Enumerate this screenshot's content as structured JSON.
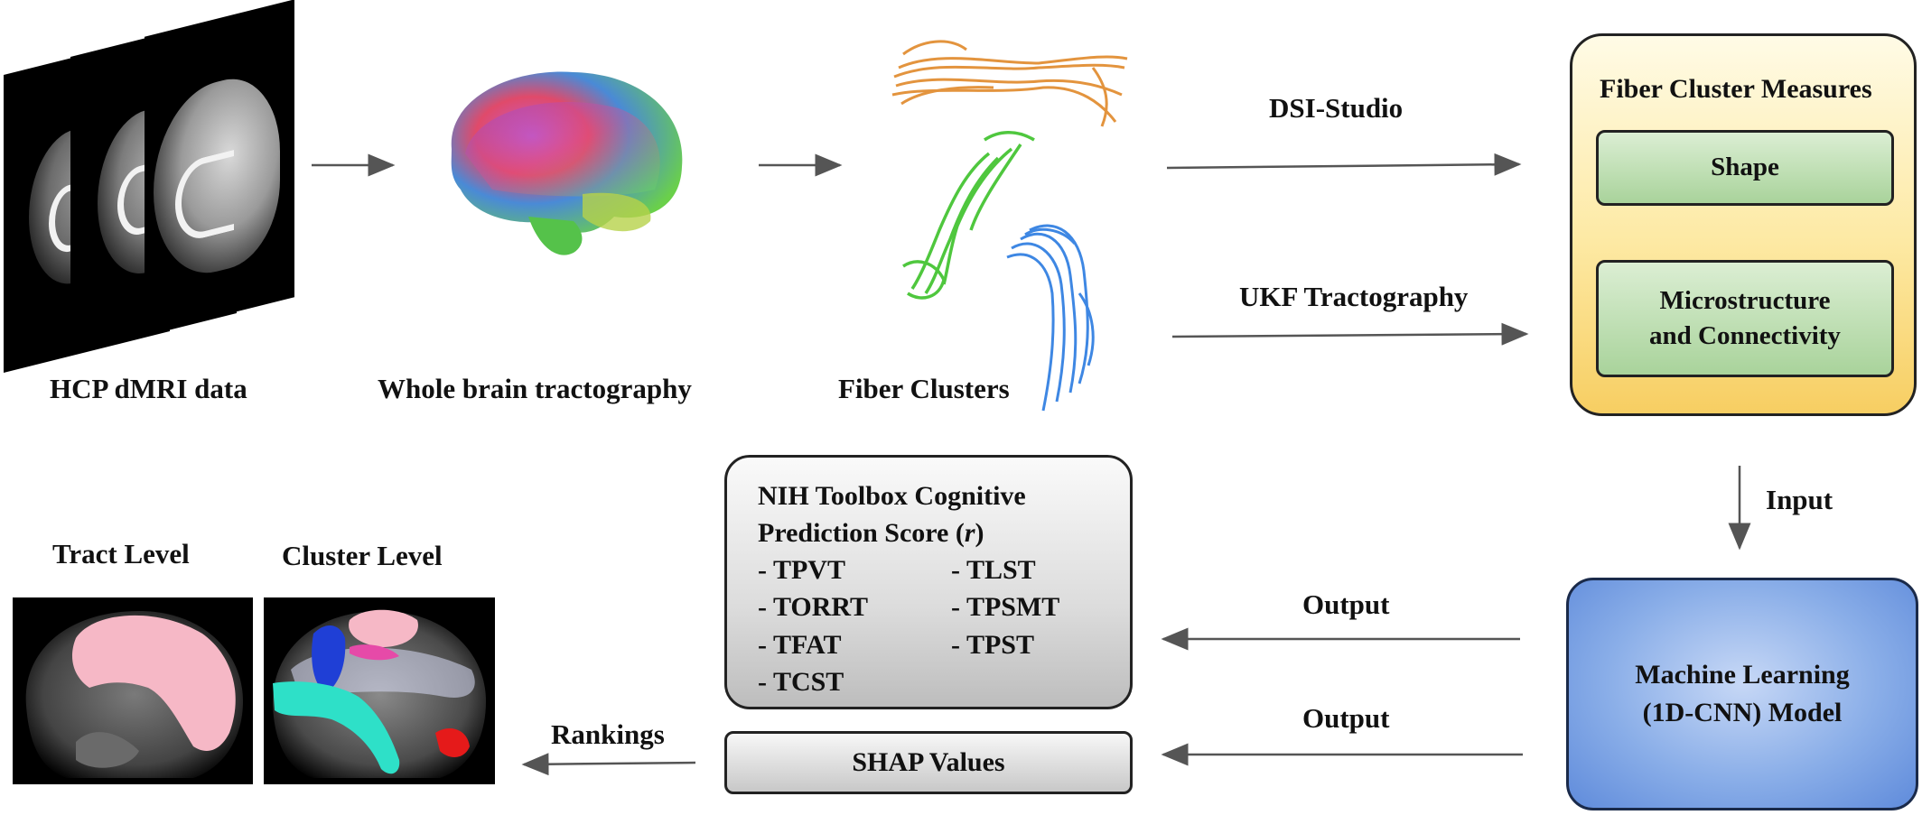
{
  "inputs": {
    "hcp_label": "HCP dMRI data",
    "wbt_label": "Whole brain tractography",
    "clusters_label": "Fiber Clusters"
  },
  "methods": {
    "dsi_label": "DSI-Studio",
    "ukf_label": "UKF Tractography"
  },
  "measures": {
    "title": "Fiber Cluster Measures",
    "shape": "Shape",
    "micro_line1": "Microstructure",
    "micro_line2": "and Connectivity"
  },
  "flow": {
    "input_label": "Input",
    "output_label_1": "Output",
    "output_label_2": "Output",
    "rankings_label": "Rankings"
  },
  "model": {
    "line1": "Machine Learning",
    "line2": "(1D-CNN) Model"
  },
  "nih": {
    "title_line1": "NIH Toolbox Cognitive",
    "title_line2_pre": "Prediction Score (",
    "title_line2_var": "r",
    "title_line2_post": ")",
    "scores_col1": [
      "- TPVT",
      "- TORRT",
      "- TFAT",
      "- TCST"
    ],
    "scores_col2": [
      "- TLST",
      "- TPSMT",
      "- TPST"
    ]
  },
  "shap": {
    "label": "SHAP Values"
  },
  "levels": {
    "tract_label": "Tract Level",
    "cluster_label": "Cluster Level"
  },
  "colors": {
    "measures_fill": "#fde9a3",
    "green_fill": "#a9d39b",
    "model_fill": "#8aaee8",
    "gray_fill": "#dcdcdc",
    "arrow": "#555555",
    "fiber_orange": "#e0892a",
    "fiber_green": "#3cc22a",
    "fiber_blue": "#2a7be0",
    "region_pink": "#f6b8c6",
    "region_cyan": "#2ee0c8",
    "region_blue": "#1f3fd6",
    "region_red": "#e51a1a"
  }
}
